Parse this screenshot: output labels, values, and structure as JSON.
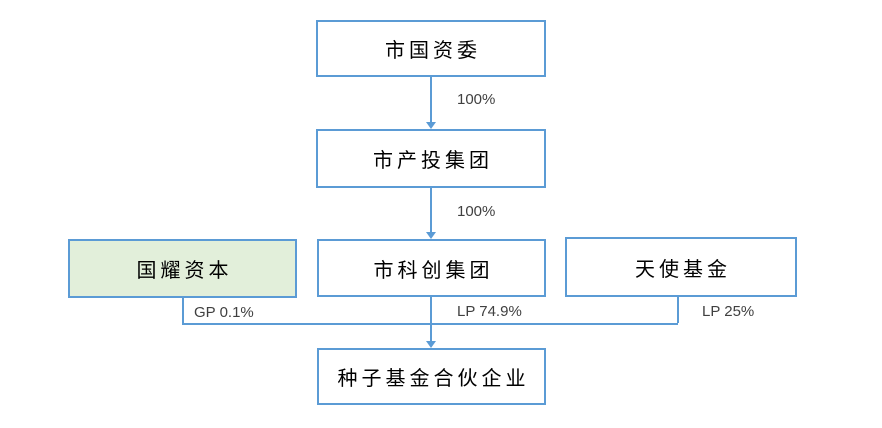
{
  "colors": {
    "background": "#FFFFFF",
    "box_border": "#5B9BD5",
    "box_fill": "#FFFFFF",
    "highlight_fill": "#E2EFDA",
    "connector": "#5B9BD5",
    "node_label_text": "#000000",
    "edge_label_text": "#404040"
  },
  "nodes": {
    "sasac": {
      "label": "市国资委"
    },
    "chantou": {
      "label": "市产投集团"
    },
    "guoyao": {
      "label": "国耀资本",
      "highlighted": true
    },
    "kechuang": {
      "label": "市科创集团"
    },
    "tianshi": {
      "label": "天使基金"
    },
    "seed": {
      "label": "种子基金合伙企业"
    }
  },
  "edges": {
    "sasac_to_chantou": {
      "from": "市国资委",
      "to": "市产投集团",
      "label": "100%"
    },
    "chantou_to_kechuang": {
      "from": "市产投集团",
      "to": "市科创集团",
      "label": "100%"
    },
    "guoyao_to_seed": {
      "from": "国耀资本",
      "to": "种子基金合伙企业",
      "label": "GP 0.1%"
    },
    "kechuang_to_seed": {
      "from": "市科创集团",
      "to": "种子基金合伙企业",
      "label": "LP 74.9%"
    },
    "tianshi_to_seed": {
      "from": "天使基金",
      "to": "种子基金合伙企业",
      "label": "LP 25%"
    }
  }
}
